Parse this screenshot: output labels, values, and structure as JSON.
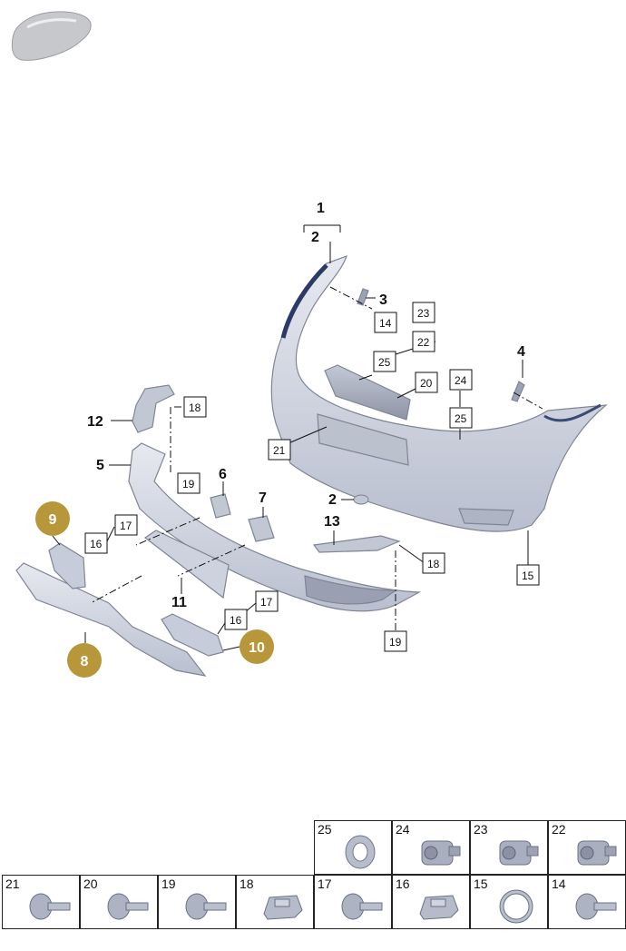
{
  "callouts": {
    "c1": "1",
    "c2": "2",
    "c2b": "2",
    "c3": "3",
    "c4": "4",
    "c5": "5",
    "c6": "6",
    "c7": "7",
    "c11": "11",
    "c12": "12",
    "c13": "13"
  },
  "boxed_refs": {
    "b14": "14",
    "b23": "23",
    "b22": "22",
    "b25a": "25",
    "b20": "20",
    "b24": "24",
    "b25b": "25",
    "b21": "21",
    "b18a": "18",
    "b19a": "19",
    "b17a": "17",
    "b16a": "16",
    "b17b": "17",
    "b16b": "16",
    "b18b": "18",
    "b19b": "19",
    "b15": "15"
  },
  "highlighted": {
    "h9": "9",
    "h8": "8",
    "h10": "10"
  },
  "legend": [
    {
      "number": "25",
      "icon": "grommet-icon"
    },
    {
      "number": "24",
      "icon": "sensor-icon"
    },
    {
      "number": "23",
      "icon": "sensor-icon"
    },
    {
      "number": "22",
      "icon": "sensor-icon"
    },
    {
      "number": "21",
      "icon": "screw-icon"
    },
    {
      "number": "20",
      "icon": "screw-icon"
    },
    {
      "number": "19",
      "icon": "screw-icon"
    },
    {
      "number": "18",
      "icon": "clip-icon"
    },
    {
      "number": "17",
      "icon": "screw-icon"
    },
    {
      "number": "16",
      "icon": "clip-icon"
    },
    {
      "number": "15",
      "icon": "retainer-ring-icon"
    },
    {
      "number": "14",
      "icon": "screw-icon"
    }
  ],
  "colors": {
    "highlight": "#b8973a",
    "part_fill": "#cfd3df",
    "part_stroke": "#7f8593"
  }
}
